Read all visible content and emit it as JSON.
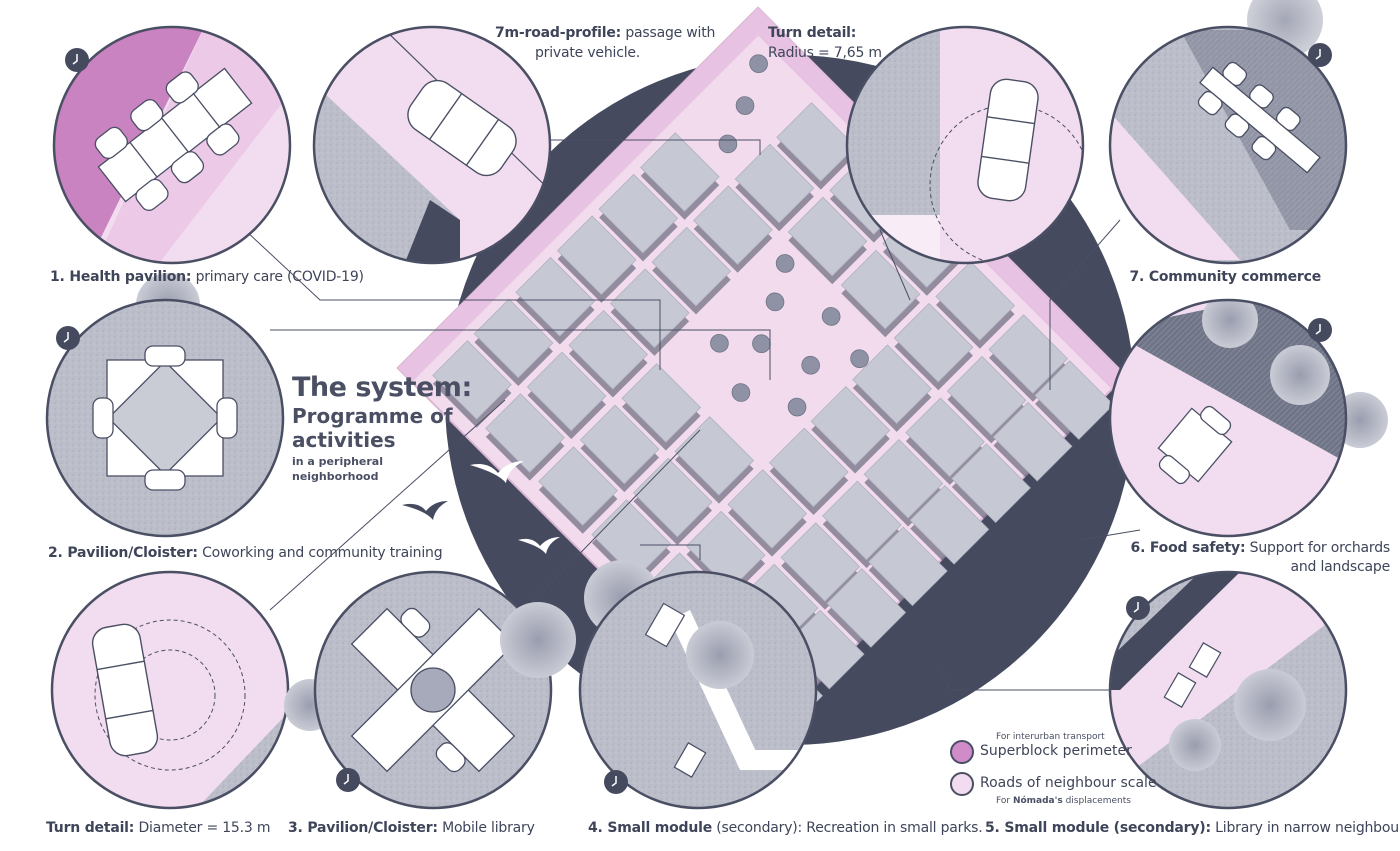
{
  "title": {
    "main": "The system:",
    "sub": "Programme of activities",
    "small": "in a peripheral neighborhood"
  },
  "captions": {
    "road_profile": {
      "bold": "7m-road-profile:",
      "text": " passage with",
      "line2": "private vehicle."
    },
    "turn_radius": {
      "bold": "Turn detail:",
      "line2": "Radius = 7,65 m"
    },
    "health": {
      "bold": "1. Health pavilion:",
      "text": " primary care (COVID-19)"
    },
    "commerce": {
      "bold": "7. Community commerce",
      "text": ""
    },
    "pavilion_cowork": {
      "bold": "2. Pavilion/Cloister:",
      "text": " Coworking and community training"
    },
    "food": {
      "bold": "6. Food safety:",
      "text": " Support for orchards",
      "line2": "and landscape"
    },
    "turn_diameter": {
      "bold": "Turn detail:",
      "text": " Diameter = 15.3 m"
    },
    "pavilion_library": {
      "bold": "3. Pavilion/Cloister:",
      "text": " Mobile library"
    },
    "small_parks": {
      "bold": "4. Small module",
      "text": " (secondary): Recreation in small parks."
    },
    "small_library": {
      "bold": "5. Small module (secondary):",
      "text": " Library in narrow neighbours."
    }
  },
  "legend": {
    "items": [
      {
        "note": "For interurban transport",
        "label": "Superblock perimeter",
        "color": "#cf8cc8"
      },
      {
        "label": "Roads of neighbour scale",
        "note_bold": "Nómada's",
        "note_pre": "For ",
        "note_post": " displacements",
        "color": "#f3dcef"
      }
    ]
  },
  "palette": {
    "navy": "#454a5f",
    "block": "#c6c8d3",
    "pink_strong": "#cf8cc8",
    "pink_light": "#f3dcef",
    "ground": "#b9bbc7"
  },
  "icons": [
    "clock-icon",
    "bird-icon",
    "tree-icon",
    "car-icon",
    "pavilion-icon"
  ]
}
